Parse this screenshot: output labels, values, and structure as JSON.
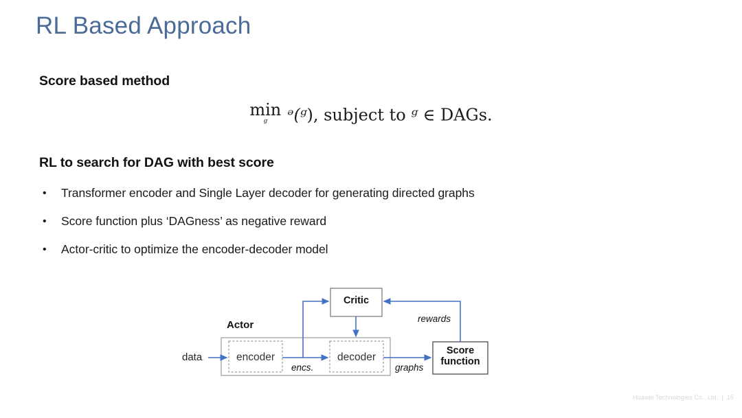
{
  "slide": {
    "title": "RL Based Approach",
    "title_color": "#4a6b96"
  },
  "sections": [
    {
      "id": "score",
      "heading": "Score based method"
    },
    {
      "id": "rl",
      "heading": "RL to search for DAG with best score"
    }
  ],
  "equation": {
    "operator": "min",
    "operator_subscript": "ᵍ",
    "body_pre": "ᵊ(",
    "body_arg": "ᵍ",
    "body_post": "),  subject to  ",
    "set_var": "ᵍ",
    "membership": " ∈ DAGs.",
    "plain_text": "min_G  S(G),  subject to  G ∈ DAGs."
  },
  "bullets": [
    "Transformer encoder and Single Layer decoder for generating directed graphs",
    "Score function plus ‘DAGness’ as negative reward",
    "Actor-critic to optimize the encoder-decoder model"
  ],
  "bullet_marker": "•",
  "diagram": {
    "boxes": {
      "critic": "Critic",
      "score_function_line1": "Score",
      "score_function_line2": "function",
      "actor": "Actor",
      "encoder": "encoder",
      "decoder": "decoder"
    },
    "edge_labels": {
      "data": "data",
      "encs": "encs.",
      "graphs": "graphs",
      "rewards": "rewards"
    },
    "colors": {
      "arrow": "#4472c4",
      "box_border": "#808080",
      "dashed_border": "#9a9a9a"
    }
  },
  "footer": {
    "company": "Huawei Technologies Co., Ltd.",
    "separator": "|",
    "page_number": "15"
  }
}
